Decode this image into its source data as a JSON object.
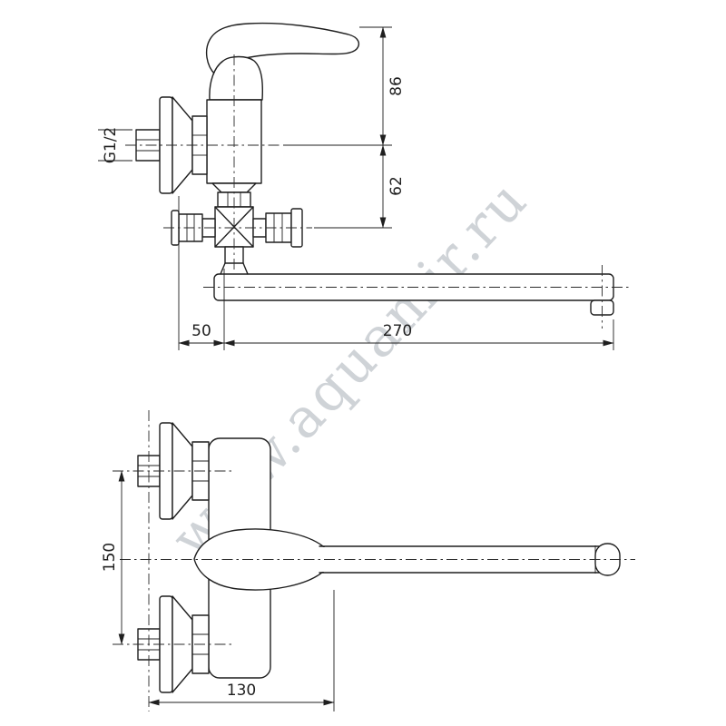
{
  "watermark": {
    "text": "www.aquamir.ru"
  },
  "top_view": {
    "dimensions": {
      "handle_height": "86",
      "diverter_height": "62",
      "thread_size": "G1/2",
      "wall_offset": "50",
      "spout_reach": "270"
    }
  },
  "bottom_view": {
    "dimensions": {
      "mount_spacing": "150",
      "body_width": "130"
    }
  }
}
